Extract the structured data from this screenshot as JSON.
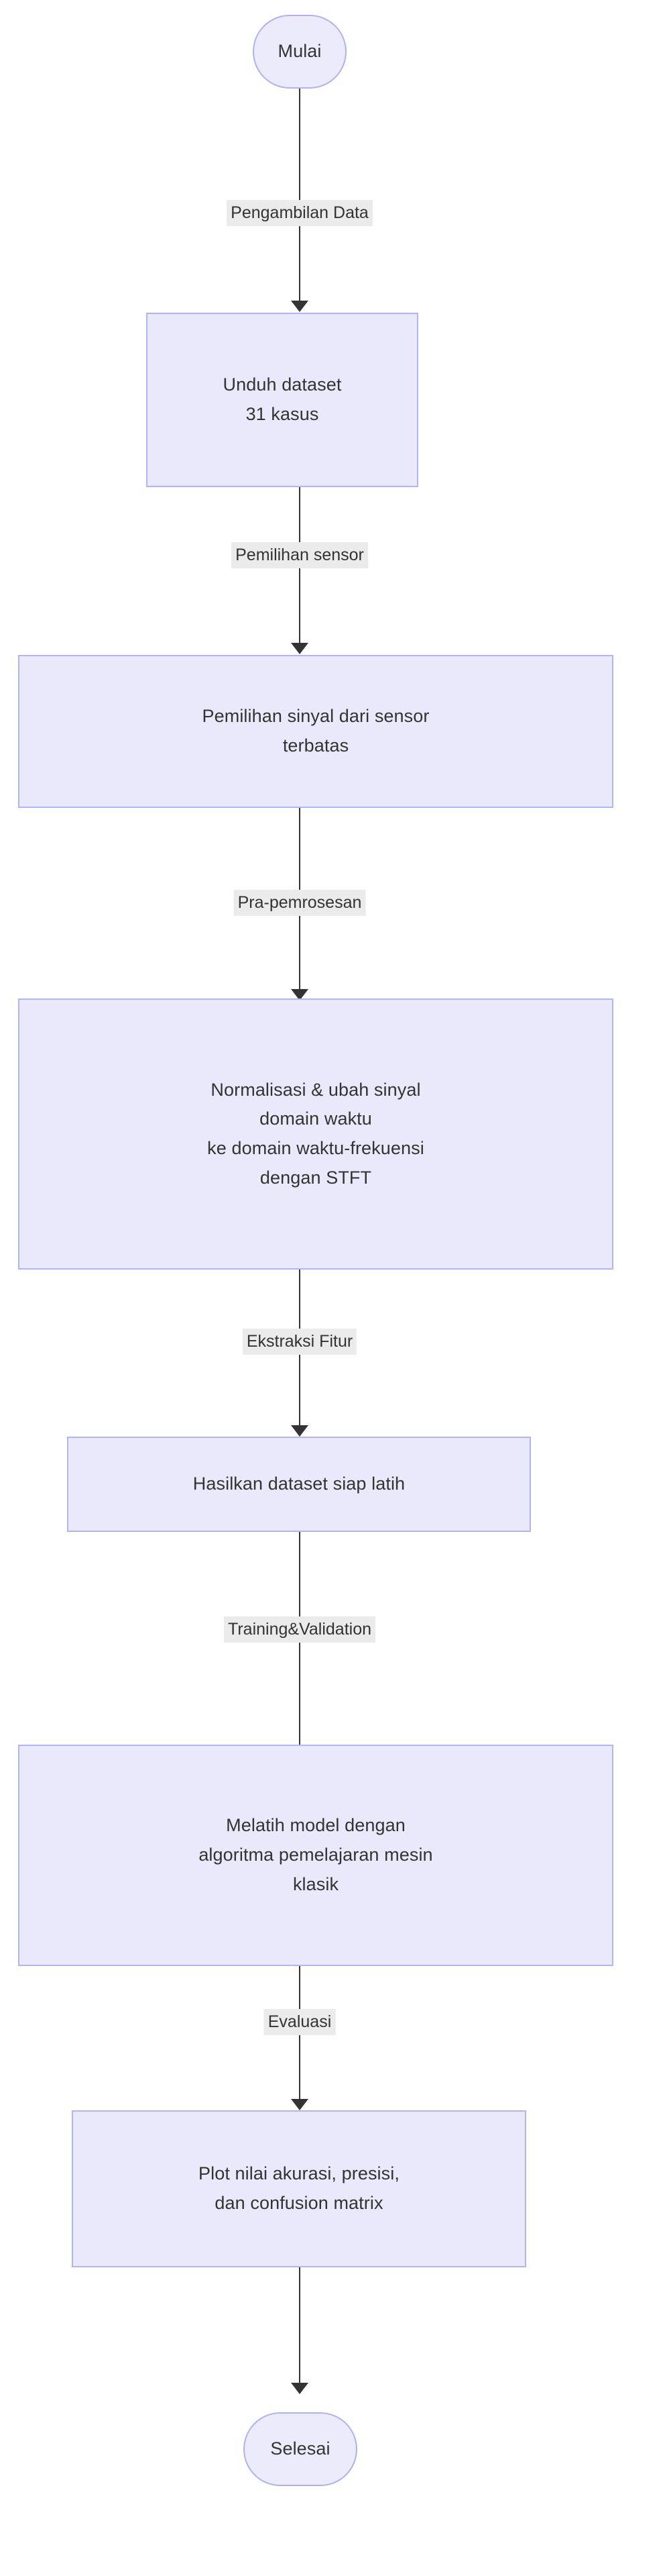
{
  "diagram": {
    "type": "flowchart",
    "direction": "top-to-bottom",
    "colors": {
      "node_fill": "#e9e9fb",
      "node_border": "#b3b3f7",
      "terminal_fill": "#ebebfb",
      "terminal_border": "#b0b0f5",
      "edge_stroke": "#333333",
      "edge_label_bg": "#ebebeb",
      "text": "#333333",
      "background": "#ffffff"
    },
    "nodes": [
      {
        "id": "mulai",
        "shape": "stadium",
        "lines": [
          "Mulai"
        ]
      },
      {
        "id": "unduh",
        "shape": "rectangle",
        "lines": [
          "Unduh dataset",
          "31 kasus"
        ]
      },
      {
        "id": "pemilihan",
        "shape": "rectangle",
        "lines": [
          "Pemilihan sinyal dari sensor",
          "terbatas"
        ]
      },
      {
        "id": "normalisasi",
        "shape": "rectangle",
        "lines": [
          "Normalisasi & ubah sinyal",
          "domain waktu",
          "ke domain waktu-frekuensi",
          "dengan STFT"
        ]
      },
      {
        "id": "hasilkan",
        "shape": "rectangle",
        "lines": [
          "Hasilkan dataset siap latih"
        ]
      },
      {
        "id": "melatih",
        "shape": "rectangle",
        "lines": [
          "Melatih model dengan",
          "algoritma pemelajaran mesin",
          "klasik"
        ]
      },
      {
        "id": "plot",
        "shape": "rectangle",
        "lines": [
          "Plot nilai akurasi, presisi,",
          "dan confusion matrix"
        ]
      },
      {
        "id": "selesai",
        "shape": "stadium",
        "lines": [
          "Selesai"
        ]
      }
    ],
    "edges": [
      {
        "from": "mulai",
        "to": "unduh",
        "label": "Pengambilan Data"
      },
      {
        "from": "unduh",
        "to": "pemilihan",
        "label": "Pemilihan sensor"
      },
      {
        "from": "pemilihan",
        "to": "normalisasi",
        "label": "Pra-pemrosesan"
      },
      {
        "from": "normalisasi",
        "to": "hasilkan",
        "label": "Ekstraksi Fitur"
      },
      {
        "from": "hasilkan",
        "to": "melatih",
        "label": "Training&Validation"
      },
      {
        "from": "melatih",
        "to": "plot",
        "label": "Evaluasi"
      },
      {
        "from": "plot",
        "to": "selesai",
        "label": ""
      }
    ]
  }
}
